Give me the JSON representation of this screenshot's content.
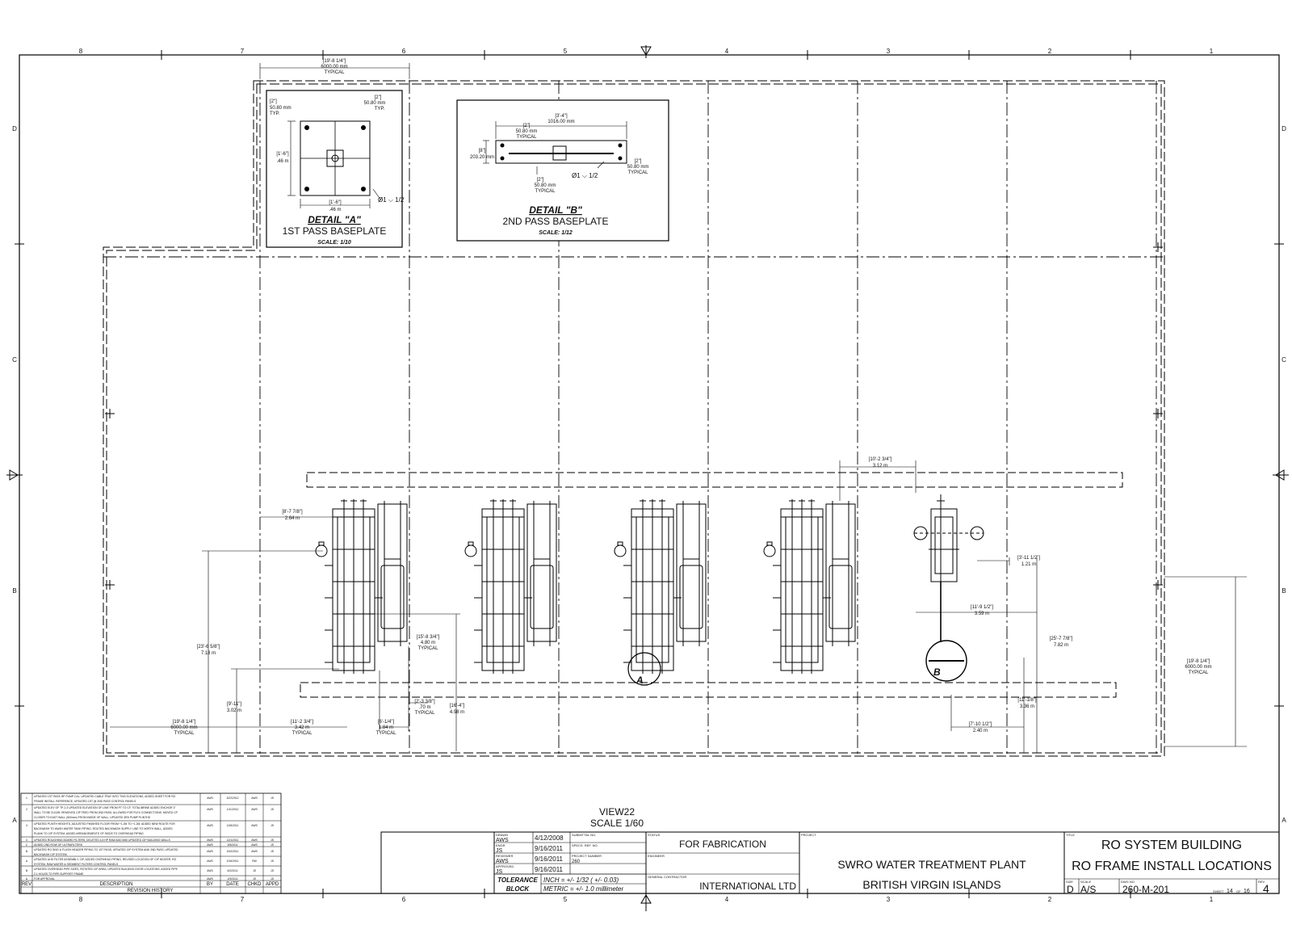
{
  "border": {
    "col_labels": [
      "8",
      "7",
      "6",
      "5",
      "4",
      "3",
      "2",
      "1"
    ],
    "row_labels": [
      "D",
      "C",
      "B",
      "A"
    ]
  },
  "detail_a": {
    "title": "DETAIL \"A\"",
    "subtitle": "1ST PASS BASEPLATE",
    "scale": "SCALE: 1/10",
    "dims": {
      "top_left": [
        "[2\"]",
        "50.80 mm",
        "TYP."
      ],
      "top_right": [
        "[2\"]",
        "50.80 mm",
        "TYP."
      ],
      "side": [
        "[1'-6\"]",
        ".46 m"
      ],
      "bottom": [
        "[1'-6\"]",
        ".46 m"
      ],
      "hole": "Ø1 ⌵ 1/2"
    }
  },
  "detail_b": {
    "title": "DETAIL \"B\"",
    "subtitle": "2ND PASS BASEPLATE",
    "scale": "SCALE: 1/12",
    "dims": {
      "overall": [
        "[3'-4\"]",
        "1016.00 mm"
      ],
      "top_left": [
        "[2\"]",
        "50.80 mm",
        "TYPICAL"
      ],
      "side": [
        "[8\"]",
        "203.20 mm"
      ],
      "right": [
        "[2\"]",
        "50.80 mm",
        "TYPICAL"
      ],
      "bottom": [
        "[2\"]",
        "50.80 mm",
        "TYPICAL"
      ],
      "hole": "Ø1 ⌵ 1/2"
    }
  },
  "plan_dims": {
    "top_typical": [
      "[19'-8 1/4\"]",
      "6000.00 mm",
      "TYPICAL"
    ],
    "d_264": [
      "[8'-7 7/8\"]",
      "2.64 m"
    ],
    "d_718": [
      "[23'-6 5/8\"]",
      "7.18 m"
    ],
    "d_302": [
      "[9'-11\"]",
      "3.02 m"
    ],
    "d_left6000": [
      "[19'-8 1/4\"]",
      "6000.00 mm",
      "TYPICAL"
    ],
    "d_342": [
      "[11'-2 3/4\"]",
      "3.42 m",
      "TYPICAL"
    ],
    "d_490": [
      "[15'-8 3/4\"]",
      "4.80 m",
      "TYPICAL"
    ],
    "d_70": [
      "[2'-3 3/8\"]",
      ".70 m",
      "TYPICAL"
    ],
    "d_184": [
      "[6'-1/4\"]",
      "1.84 m",
      "TYPICAL"
    ],
    "d_498": [
      "[16'-4\"]",
      "4.98 m"
    ],
    "d_312": [
      "[10'-2 3/4\"]",
      "3.12 m"
    ],
    "d_121": [
      "[3'-11 1/2\"]",
      "1.21 m"
    ],
    "d_359": [
      "[11'-9 1/2\"]",
      "3.59 m"
    ],
    "d_782": [
      "[25'-7 7/8\"]",
      "7.82 m"
    ],
    "d_336": [
      "[11'-1/8\"]",
      "3.36 m"
    ],
    "d_240": [
      "[7'-10 1/2\"]",
      "2.40 m"
    ],
    "d_right6000": [
      "[19'-8 1/4\"]",
      "6000.00 mm",
      "TYPICAL"
    ],
    "callout_a": "A",
    "callout_b": "B"
  },
  "view": {
    "name": "VIEW22",
    "scale": "SCALE 1/60"
  },
  "revisions": {
    "rows": [
      {
        "rev": "1",
        "desc1": "UPDATED 1ST PASS HP PUMP CAL, UPDATED CABLE TRAY INTO THIS ELEVATIONS, ADDED SHEET FOR RO",
        "desc2": "FRAME INSTALL REFERENCE, UPDATED 1ST @ 2ND PASS CONTROL PANELS",
        "by": "AWS",
        "date": "3/22/2012",
        "chkd": "AWS",
        "appd": "JS"
      },
      {
        "rev": "2",
        "desc1": "UPDATED ELEV OF TP-2.3 UPDATED ELEVATION OF LINE FROM PT TO CF, TOTAL/BRINE ADDED ENCHOR 3\"",
        "desc2": "WALL TO BE CLEAR, REMOVED CIP FEED FROM 2ND PASS, ALLOWED FOR FLEX CONNECTIONS, MOVED CP",
        "desc3": "CLOSER TO EAST WALL (500mm) FROM INSIDE OF WALL, UPDATED 3RD PUMP PLINTHS",
        "by": "AWS",
        "date": "1/11/2012",
        "chkd": "AWS",
        "appd": "JS"
      },
      {
        "rev": "3",
        "desc1": "UPDATED PLINTH HEIGHTS, ADJUSTED FINISHED FLOOR FROM +1.2M TO +1.2M, ADDED NEW ROUTE FOR",
        "desc2": "BACKWASH TO WASH WATER TANK PIPING, ROUTED BACKWASH SUPPLY LINE TO NORTH WALL, ADDED",
        "desc3": "PLANK TO CIP SYSTEM, ADDED ARRANGEMENTS OF SKIDS TO OVERHEAD PIPING",
        "by": "AWS",
        "date": "12/6/2011",
        "chkd": "AWS",
        "appd": "JS"
      },
      {
        "rev": "4",
        "desc1": "UPDATED ROUGHING BOARD FILTERS, DELETED 4,5 HP RAW ADD 5/60 UPDATED CIP BUILDING WALLS",
        "by": "AWS",
        "date": "12/1/2011",
        "chkd": "AWS",
        "appd": "JS"
      },
      {
        "rev": "C",
        "desc1": "ADDED 2ND ROW OF ULTRAFILTERS",
        "by": "AWS",
        "date": "3/5/2011",
        "chkd": "AWS",
        "appd": "JS"
      },
      {
        "rev": "B",
        "desc1": "UPDATED RO SKID & FLUSH HEADER PIPING TO 1ST PASS, UPDATED CIP SYSTEM AND 2ND PASS, UPDATED",
        "desc2": "BACKWASH CIP SYSTEM",
        "by": "AWS",
        "date": "3/10/2011",
        "chkd": "AWS",
        "appd": "JS"
      },
      {
        "rev": "A",
        "desc1": "UPDATED UHS FILTER ASSEMBLY, CIP, ADDED OVERHEAD PIPING, REVISED LOCATION OF CIP HEATER, RO",
        "desc2": "SYSTEM, RAW WATER & SEDIMENT FILTERS CONTROL PANELS",
        "by": "AWS",
        "date": "2/16/2011",
        "chkd": "RW",
        "appd": "JS"
      },
      {
        "rev": "B",
        "desc1": "UPDATED OVERHEAD PIPE SIZES, ROTATED CIP AREA, UPDATED BUILDING DOOR LOCATIONS, ADDED PIPE",
        "desc2": "2.1 HOLES TO PIPE SUPPORT FRAME",
        "by": "AWS",
        "date": "6/2/2011",
        "chkd": "JS",
        "appd": "JS"
      },
      {
        "rev": "A",
        "desc1": "FOR APPROVAL",
        "by": "AWS",
        "date": "1/9/2011",
        "chkd": "JS",
        "appd": "JS"
      }
    ],
    "header": {
      "rev": "REV",
      "desc": "DESCRIPTION",
      "by": "BY",
      "date": "DATE",
      "chkd": "CHKD",
      "appd": "APPD"
    },
    "footer": "REVISION HISTORY"
  },
  "title_block": {
    "drawn_label": "DRAWN",
    "drawn_by": "AWS",
    "drawn_date": "4/12/2008",
    "engr_label": "ENGR",
    "engr_by": "JS",
    "engr_date": "9/16/2011",
    "reviewer_label": "REVIEWER",
    "reviewer_by": "AWS",
    "reviewer_date": "9/16/2011",
    "approved_label": "APPROVED",
    "approved_by": "JS",
    "approved_date": "9/16/2011",
    "submittal_label": "SUBMITTAL NO.",
    "specs_label": "SPECS. REF. NO.",
    "project_number_label": "PROJECT NUMBER",
    "project_number": "260",
    "status_label": "STATUS",
    "status": "FOR FABRICATION",
    "engineer_label": "ENGINEER",
    "gc_label": "GENERAL CONTRACTOR",
    "gc": "INTERNATIONAL LTD",
    "project_label": "PROJECT",
    "project_line1": "SWRO WATER TREATMENT PLANT",
    "project_line2": "BRITISH VIRGIN ISLANDS",
    "title_label": "TITLE",
    "title_line1": "RO SYSTEM BUILDING",
    "title_line2": "RO FRAME INSTALL LOCATIONS",
    "tolerance_1": "TOLERANCE",
    "tolerance_2": "BLOCK",
    "inch_tol": "INCH = +/- 1/32 ( +/- 0.03)",
    "metric_tol": "METRIC = +/- 1.0 millimeter",
    "size_label": "SIZE",
    "size": "D",
    "scale_label": "SCALE",
    "scale": "A/S",
    "dwg_label": "DWG NO",
    "dwg": "260-M-201",
    "sheet_label": "SHEET",
    "sheet": "14",
    "of_label": "OF",
    "of": "16",
    "rev_label": "REV",
    "rev": "4"
  }
}
